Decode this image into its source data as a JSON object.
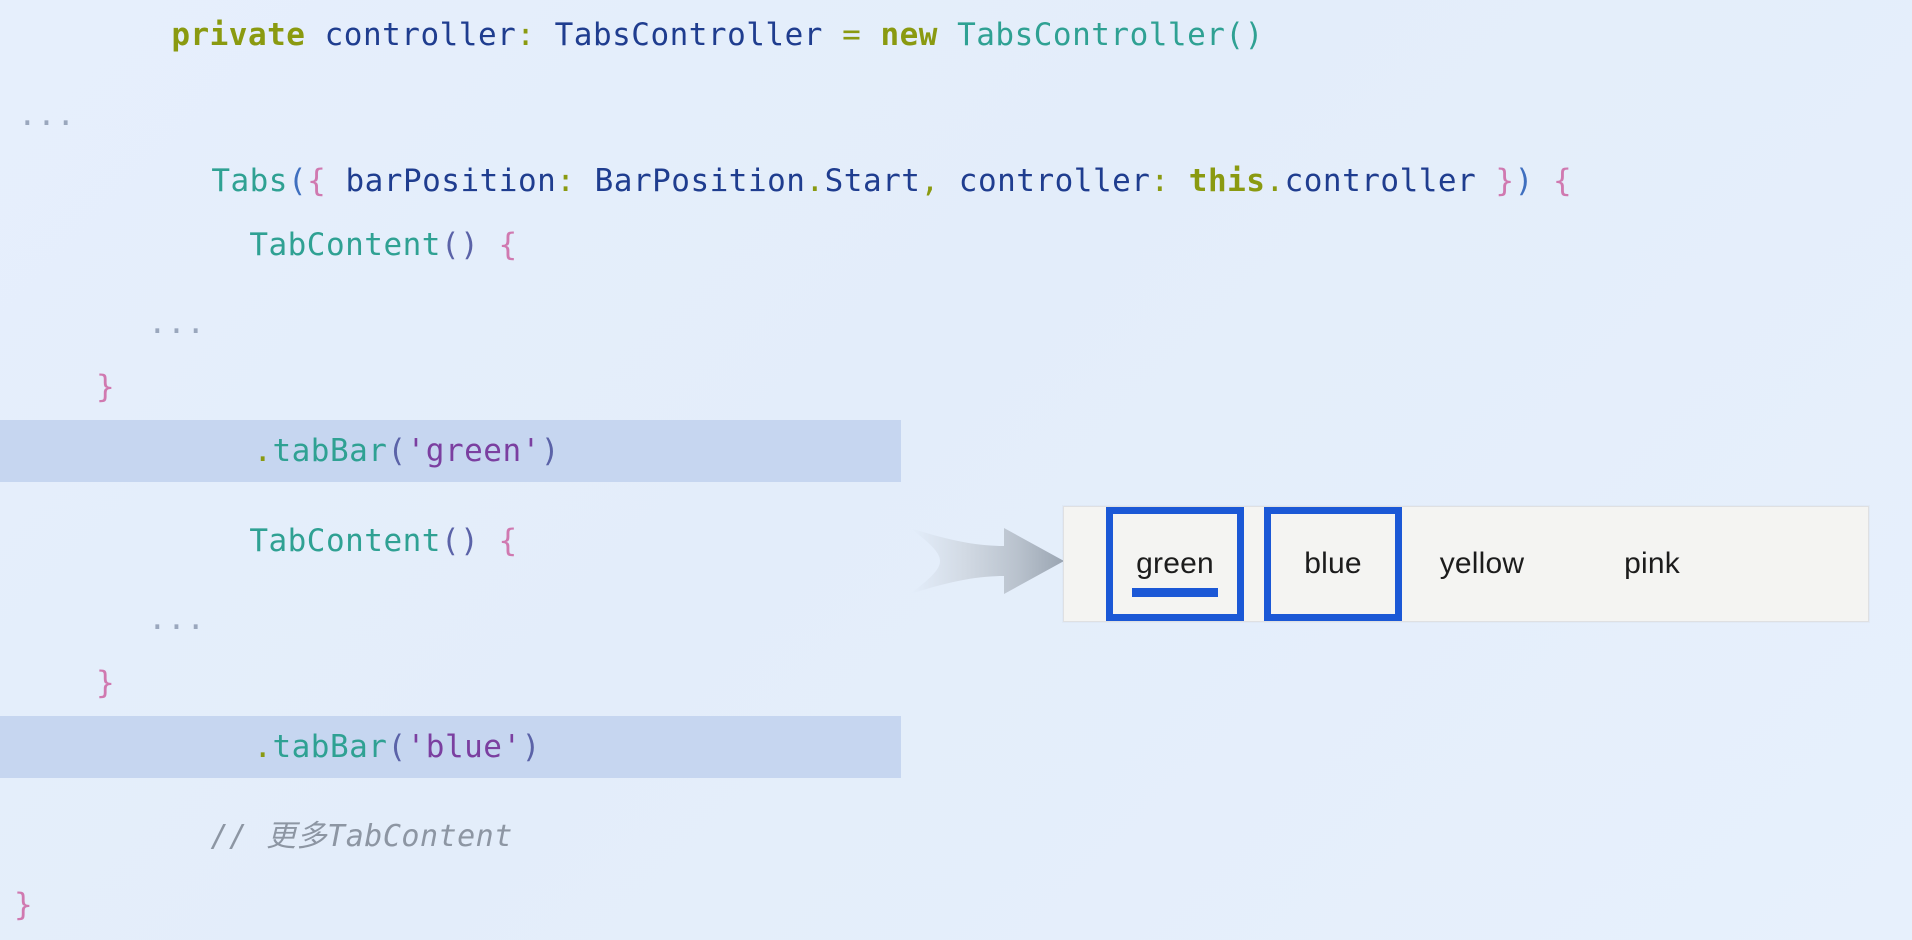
{
  "theme": {
    "background": "#e4eefb",
    "highlight_band": "#c6d6f0",
    "accent_blue": "#1b58d6",
    "tabbar_background": "#f4f4f2",
    "keyword": "#8a9a10",
    "identifier": "#1f3d8f",
    "type": "#2fa193",
    "brace": "#d079b0",
    "string": "#7b3fa0",
    "comment": "#8d96a3"
  },
  "code": {
    "line1": {
      "kw_private": "private",
      "sp1": " ",
      "ident_controller": "controller",
      "colon": ":",
      "sp2": " ",
      "type_TabsController": "TabsController",
      "sp3": " ",
      "eq": "=",
      "sp4": " ",
      "kw_new": "new",
      "sp5": " ",
      "ctor": "TabsController()"
    },
    "line2": {
      "ellipsis": "..."
    },
    "line3": {
      "fn_Tabs": "Tabs",
      "paren_open": "(",
      "brace_open": "{",
      "sp1": " ",
      "prop_barPosition": "barPosition",
      "colon1": ":",
      "sp2": " ",
      "enum_BarPosition": "BarPosition",
      "dot1": ".",
      "enum_Start": "Start",
      "comma": ",",
      "sp3": " ",
      "prop_controller": "controller",
      "colon2": ":",
      "sp4": " ",
      "kw_this": "this",
      "dot2": ".",
      "ident_controller": "controller",
      "sp5": " ",
      "brace_close": "}",
      "paren_close": ")",
      "sp6": " ",
      "block_open": "{"
    },
    "line4": {
      "fn_TabContent": "TabContent",
      "parens": "()",
      "sp": " ",
      "brace_open": "{"
    },
    "line5": {
      "ellipsis": "..."
    },
    "line6": {
      "brace_close": "}"
    },
    "line7": {
      "dot": ".",
      "method_tabBar": "tabBar",
      "paren_open": "(",
      "string_green": "'green'",
      "paren_close": ")",
      "highlighted": true
    },
    "line8": {
      "fn_TabContent": "TabContent",
      "parens": "()",
      "sp": " ",
      "brace_open": "{"
    },
    "line9": {
      "ellipsis": "..."
    },
    "line10": {
      "brace_close": "}"
    },
    "line11": {
      "dot": ".",
      "method_tabBar": "tabBar",
      "paren_open": "(",
      "string_blue": "'blue'",
      "paren_close": ")",
      "highlighted": true
    },
    "line12": {
      "comment": "// 更多TabContent"
    },
    "line13": {
      "brace_close": "}"
    }
  },
  "arrow": {
    "name": "right-arrow",
    "direction": "right"
  },
  "tabbar_preview": {
    "tabs": [
      {
        "label": "green",
        "boxed": true,
        "selected": true,
        "underline": true
      },
      {
        "label": "blue",
        "boxed": true,
        "selected": false,
        "underline": false
      },
      {
        "label": "yellow",
        "boxed": false,
        "selected": false,
        "underline": false
      },
      {
        "label": "pink",
        "boxed": false,
        "selected": false,
        "underline": false
      }
    ]
  }
}
